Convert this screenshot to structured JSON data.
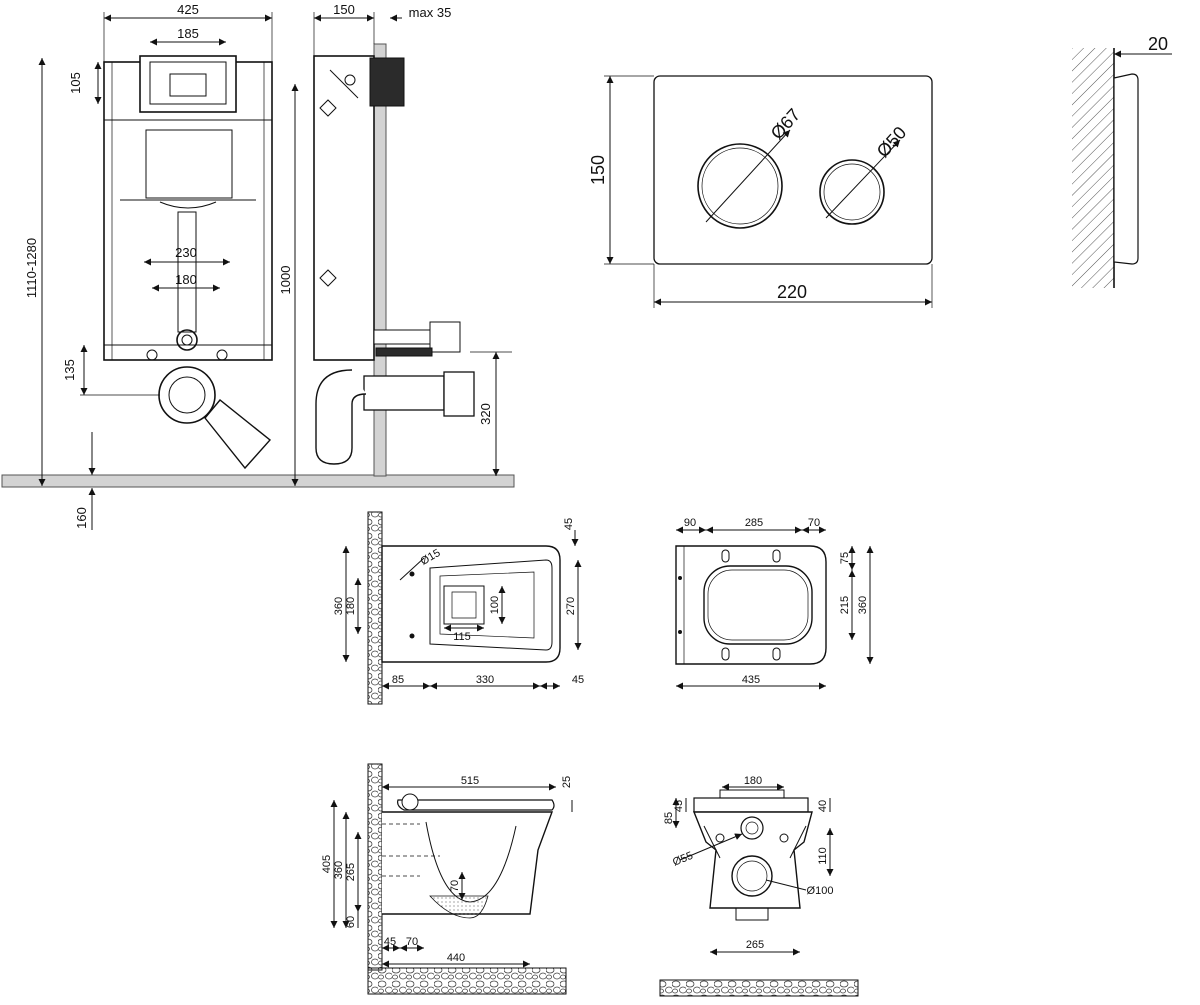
{
  "frame_front": {
    "width_dim": "425",
    "bracket_dim": "185",
    "top_dim": "105",
    "pipe_outer_dim": "230",
    "pipe_inner_dim": "180",
    "total_height_dim": "1110-1280",
    "frame_height_dim": "1000",
    "drain_height_dim": "135",
    "floor_dim": "160"
  },
  "frame_side": {
    "depth_dim": "150",
    "wall_dim": "max 35",
    "drain_dim": "320"
  },
  "flush_plate": {
    "height_dim": "150",
    "width_dim": "220",
    "big_button_dim": "Ø67",
    "small_button_dim": "Ø50",
    "thickness_dim": "20"
  },
  "bowl_top": {
    "dims": {
      "d45_top": "45",
      "d15": "Ø15",
      "d360": "360",
      "d180": "180",
      "d100": "100",
      "d270": "270",
      "d115": "115",
      "d85": "85",
      "d330": "330",
      "d45_bottom": "45"
    }
  },
  "seat_top": {
    "dims": {
      "d90": "90",
      "d285": "285",
      "d70": "70",
      "d75": "75",
      "d215": "215",
      "d360": "360",
      "d435": "435"
    }
  },
  "bowl_side": {
    "dims": {
      "d515": "515",
      "d25": "25",
      "d405": "405",
      "d360": "360",
      "d265": "265",
      "d70v": "70",
      "d60": "60",
      "d45": "45",
      "d70": "70",
      "d440": "440"
    }
  },
  "bowl_back": {
    "dims": {
      "d180": "180",
      "d85": "85",
      "d45": "45",
      "d40": "40",
      "d110": "110",
      "d55": "Ø55",
      "d100": "Ø100",
      "d265": "265"
    }
  }
}
